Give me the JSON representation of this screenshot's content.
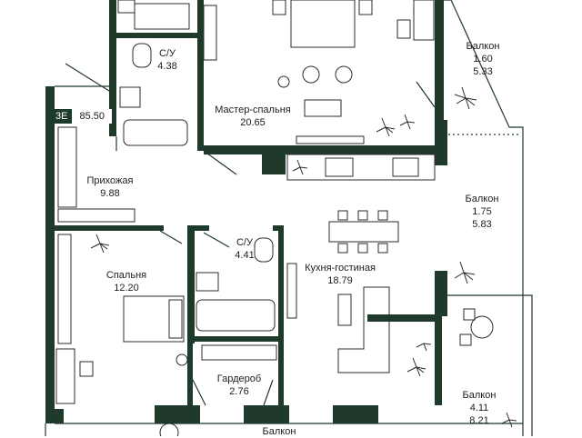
{
  "apartment": {
    "code": "3E",
    "total_area": "85.50"
  },
  "rooms": {
    "bathroom_top": {
      "name": "С/У",
      "area": "4.38"
    },
    "master_bedroom": {
      "name": "Мастер-спальня",
      "area": "20.65"
    },
    "balcony_top": {
      "name": "Балкон",
      "area": "1.60",
      "area2": "5.33"
    },
    "hall": {
      "name": "Прихожая",
      "area": "9.88"
    },
    "balcony_mid": {
      "name": "Балкон",
      "area": "1.75",
      "area2": "5.83"
    },
    "bathroom_mid": {
      "name": "С/У",
      "area": "4.41"
    },
    "bedroom": {
      "name": "Спальня",
      "area": "12.20"
    },
    "kitchen_living": {
      "name": "Кухня-гостиная",
      "area": "18.79"
    },
    "wardrobe": {
      "name": "Гардероб",
      "area": "2.76"
    },
    "balcony_bottom_right": {
      "name": "Балкон",
      "area": "4.11",
      "area2": "8.21"
    },
    "balcony_bottom": {
      "name": "Балкон"
    }
  },
  "colors": {
    "wall": "#1f3a2a",
    "line": "#2b2b2b",
    "background": "#ffffff"
  }
}
